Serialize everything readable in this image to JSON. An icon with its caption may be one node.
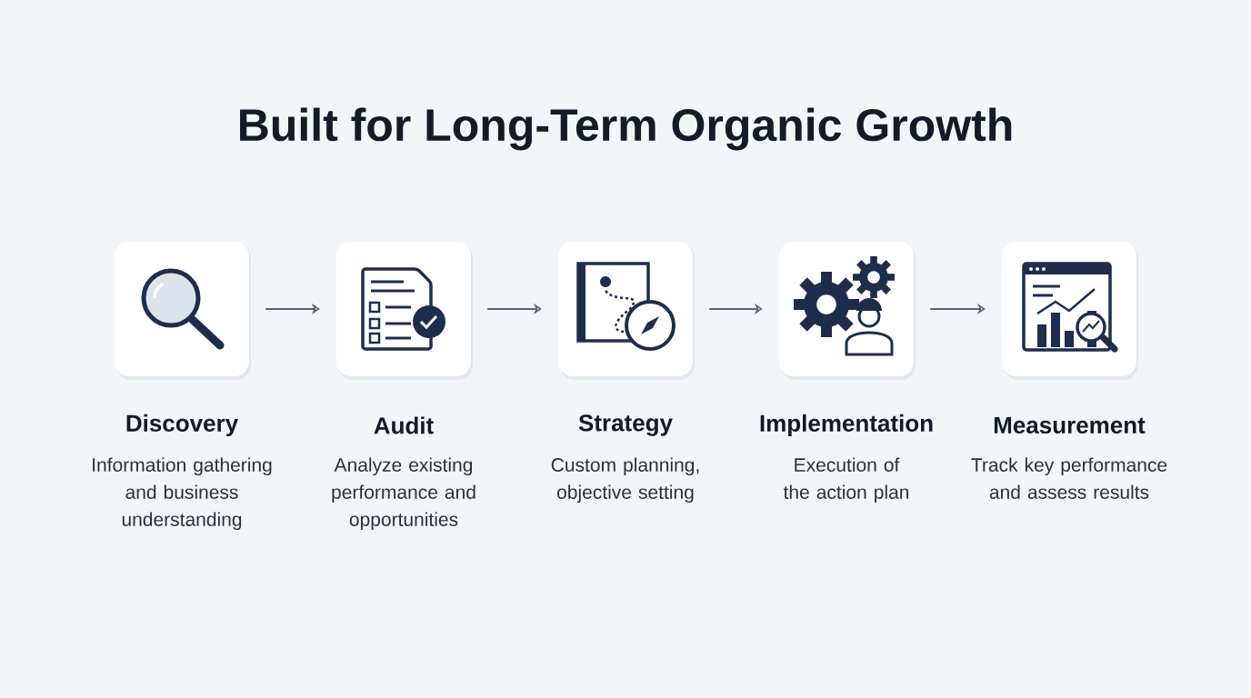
{
  "diagram": {
    "title": "Built for Long-Term Organic Growth",
    "nodes": [
      {
        "text": [
          "Discovery",
          "Information gathering and business understanding"
        ]
      },
      {
        "text": [
          "Audit",
          "Analyze existing performance and opportunities"
        ]
      },
      {
        "text": [
          "Strategy",
          "Custom planning, objective setting"
        ]
      },
      {
        "text": [
          "Implementation",
          "Execution of the action plan"
        ]
      },
      {
        "text": [
          "Measurement",
          "Track key performance and assess results"
        ]
      }
    ],
    "edges": [
      {
        "from": 0,
        "to": 1,
        "arrow": "to"
      },
      {
        "from": 1,
        "to": 2,
        "arrow": "to"
      },
      {
        "from": 2,
        "to": 3,
        "arrow": "to"
      },
      {
        "from": 3,
        "to": 4,
        "arrow": "to"
      }
    ]
  }
}
